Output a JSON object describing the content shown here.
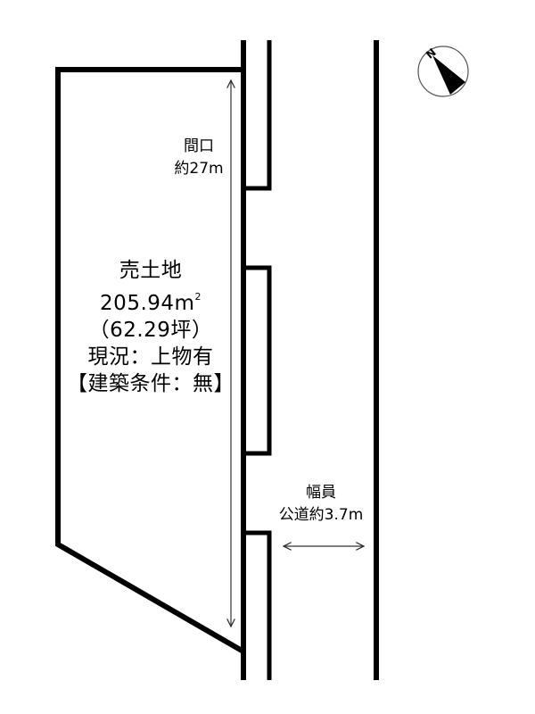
{
  "diagram": {
    "type": "land-plot-site-plan",
    "colors": {
      "line": "#000000",
      "background": "#ffffff",
      "dimension_line": "#444444"
    }
  },
  "lot": {
    "title": "売土地",
    "area_m2": "205.94",
    "area_unit": "m",
    "area_unit_sup": "2",
    "area_tsubo": "（62.29坪）",
    "status": "現況：上物有",
    "condition": "【建築条件：無】"
  },
  "frontage": {
    "label": "間口",
    "value": "約27m"
  },
  "road": {
    "label": "幅員",
    "value": "公道約3.7m"
  },
  "compass": {
    "icon": "north-arrow-icon",
    "letter": "N"
  }
}
